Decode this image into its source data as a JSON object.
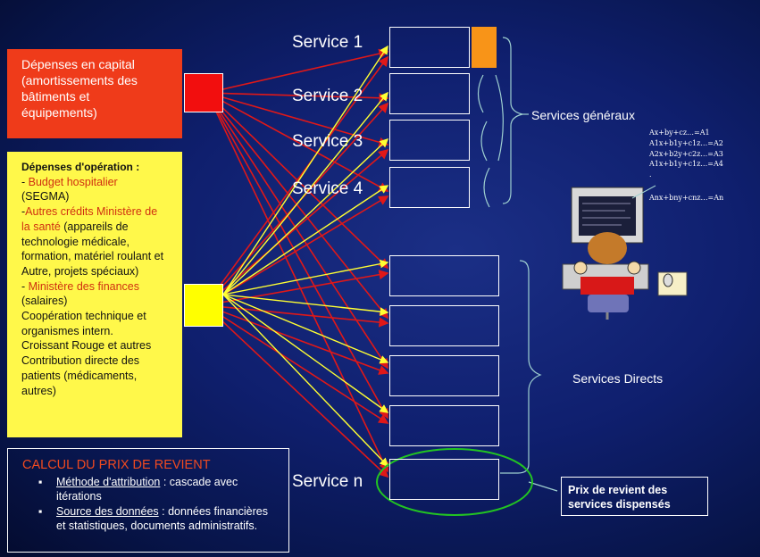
{
  "capital": {
    "text": "Dépenses en capital (amortissements des bâtiments et équipements)"
  },
  "operation": {
    "heading": "Dépenses d'opération :",
    "budget_prefix": "- ",
    "budget_label": "Budget hospitalier",
    "segma": "(SEGMA)",
    "autres_prefix": " -",
    "autres_label": "Autres crédits Ministère de la santé",
    "autres_rest": " (appareils de technologie médicale, formation, matériel roulant et",
    "autre_projets": "Autre, projets spéciaux)",
    "finances_prefix": "- ",
    "finances_label": "Ministère des finances",
    "salaires": "(salaires)",
    "cooperation": " Coopération technique et organismes intern.",
    "croissant": " Croissant Rouge et autres",
    "contribution": " Contribution directe des patients (médicaments, autres)"
  },
  "services": {
    "s1": "Service 1",
    "s2": "Service 2",
    "s3": "Service 3",
    "s4": "Service 4",
    "sn": "Service n"
  },
  "labels": {
    "generaux": "Services généraux",
    "directs": "Services Directs",
    "prix": "Prix de revient des services dispensés"
  },
  "equations": {
    "e1": "Ax+by+cz…=A1",
    "e2": "A1x+b1y+c1z…=A2",
    "e3": "A2x+b2y+c2z…=A3",
    "e4": "A1x+b1y+c1z…=A4",
    "dot": ".",
    "en": "Anx+bny+cnz…=An"
  },
  "calc": {
    "title": "CALCUL DU PRIX DE REVIENT",
    "b1_link": "Méthode d'attribution",
    "b1_rest": " : cascade avec itérations",
    "b2_link": "Source des données",
    "b2_rest": " : données financières et statistiques, documents administratifs.",
    "bullet": "▪"
  },
  "colors": {
    "capital": "#ef3b1a",
    "operation": "#fff84a",
    "red_arrow": "#e01818",
    "yellow_arrow": "#ffff33",
    "orange": "#f89418",
    "ellipse": "#22c422"
  },
  "icons": {
    "computer_user": "person-at-computer-icon"
  }
}
